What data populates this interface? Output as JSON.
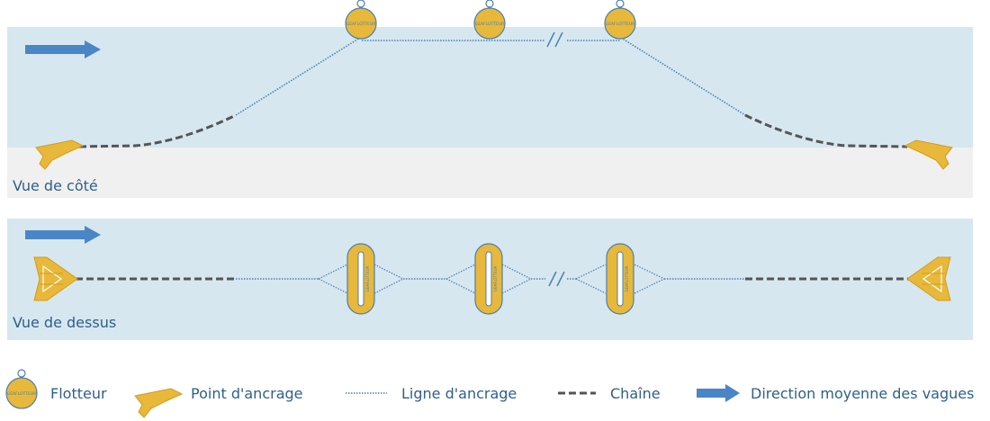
{
  "panels": {
    "side_view_label": "Vue de côté",
    "top_view_label": "Vue de dessus"
  },
  "buoy_text": "GEAFLOTTEUR",
  "legend": {
    "float": "Flotteur",
    "anchor_point": "Point d'ancrage",
    "anchor_line": "Ligne d'ancrage",
    "chain": "Chaîne",
    "wave_direction": "Direction moyenne des vagues"
  },
  "colors": {
    "water": "#d6e7f0",
    "seabed": "#f0f0f0",
    "buoy_fill": "#e8b83a",
    "buoy_stroke": "#4a7fae",
    "anchor_line": "#4a7fae",
    "chain": "#555555",
    "arrow": "#4a86c6",
    "label_text": "#2f5f8a"
  },
  "icons": {
    "float": "buoy-icon",
    "anchor": "anchor-icon",
    "arrow": "arrow-right-icon",
    "break": "double-slash-break-icon"
  }
}
